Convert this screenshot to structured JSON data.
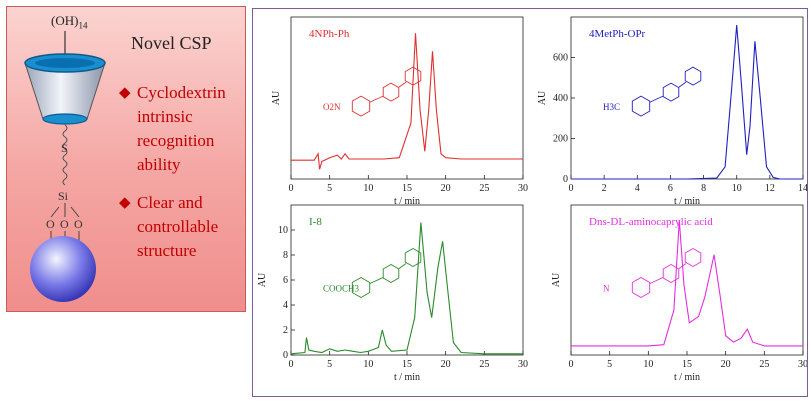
{
  "left_panel": {
    "hydroxyl": {
      "base": "(OH)",
      "sub": "14"
    },
    "title": "Novel CSP",
    "bullet_1": [
      "Cyclodextrin",
      "intrinsic",
      "recognition",
      "ability"
    ],
    "bullet_2": [
      "Clear and",
      "controllable",
      "structure"
    ],
    "linker": {
      "s": "S",
      "si": "Si",
      "o": "O"
    },
    "colors": {
      "text_red": "#c00000",
      "panel_bg": "#f4a6a3",
      "sphere": "#6a6adf",
      "cup": "#1a8fd0"
    }
  },
  "chart_data": [
    {
      "type": "line",
      "compound_label": "4NPh-Ph",
      "structure_label": "O2N",
      "color": "#e03030",
      "ylabel": "AU",
      "xlabel": "t / min",
      "xlim": [
        0,
        30
      ],
      "xticks": [
        0,
        5,
        10,
        15,
        20,
        25,
        30
      ],
      "yticks": [],
      "series": [
        {
          "points": [
            [
              0,
              0.01
            ],
            [
              2,
              0.01
            ],
            [
              3,
              0.01
            ],
            [
              3.5,
              0.06
            ],
            [
              3.7,
              -0.06
            ],
            [
              4,
              0.0
            ],
            [
              5,
              0.03
            ],
            [
              6,
              0.05
            ],
            [
              6.5,
              0.02
            ],
            [
              7,
              0.06
            ],
            [
              7.5,
              0.02
            ],
            [
              10,
              0.02
            ],
            [
              12,
              0.02
            ],
            [
              14,
              0.03
            ],
            [
              15.5,
              0.3
            ],
            [
              16.1,
              1.0
            ],
            [
              16.7,
              0.4
            ],
            [
              17.3,
              0.08
            ],
            [
              17.8,
              0.4
            ],
            [
              18.3,
              0.86
            ],
            [
              18.8,
              0.4
            ],
            [
              19.4,
              0.06
            ],
            [
              20,
              0.03
            ],
            [
              22,
              0.02
            ],
            [
              25,
              0.02
            ],
            [
              30,
              0.02
            ]
          ]
        }
      ]
    },
    {
      "type": "line",
      "compound_label": "4MetPh-OPr",
      "structure_label": "H3C",
      "color": "#2020c0",
      "ylabel": "AU",
      "xlabel": "t / min",
      "xlim": [
        0,
        14
      ],
      "ylim": [
        0,
        800
      ],
      "xticks": [
        0,
        2,
        4,
        6,
        8,
        10,
        12,
        14
      ],
      "yticks": [
        0,
        200,
        400,
        600
      ],
      "series": [
        {
          "points": [
            [
              0,
              0
            ],
            [
              7,
              0
            ],
            [
              8.8,
              5
            ],
            [
              9.3,
              60
            ],
            [
              9.7,
              450
            ],
            [
              10,
              760
            ],
            [
              10.3,
              450
            ],
            [
              10.6,
              120
            ],
            [
              10.8,
              260
            ],
            [
              11.1,
              680
            ],
            [
              11.4,
              420
            ],
            [
              11.8,
              60
            ],
            [
              12.2,
              8
            ],
            [
              12.6,
              0
            ],
            [
              14,
              0
            ]
          ]
        }
      ]
    },
    {
      "type": "line",
      "compound_label": "I-8",
      "structure_label": "COOCH3",
      "color": "#2a8a2a",
      "ylabel": "AU",
      "xlabel": "t / min",
      "xlim": [
        0,
        30
      ],
      "ylim": [
        0,
        12
      ],
      "xticks": [
        0,
        5,
        10,
        15,
        20,
        25,
        30
      ],
      "yticks": [
        0,
        2,
        4,
        6,
        8,
        10
      ],
      "series": [
        {
          "points": [
            [
              0,
              0.1
            ],
            [
              1.8,
              0.2
            ],
            [
              2,
              1.4
            ],
            [
              2.3,
              0.4
            ],
            [
              3,
              0.3
            ],
            [
              4,
              0.2
            ],
            [
              5,
              0.5
            ],
            [
              6,
              0.3
            ],
            [
              7,
              0.4
            ],
            [
              8,
              0.3
            ],
            [
              9,
              0.2
            ],
            [
              10,
              0.3
            ],
            [
              11.3,
              0.6
            ],
            [
              11.8,
              2.0
            ],
            [
              12.3,
              0.8
            ],
            [
              13,
              0.3
            ],
            [
              15,
              0.4
            ],
            [
              16,
              3
            ],
            [
              16.8,
              10.6
            ],
            [
              17.6,
              5
            ],
            [
              18.2,
              3
            ],
            [
              19,
              7
            ],
            [
              19.6,
              9.1
            ],
            [
              20.3,
              5
            ],
            [
              21,
              1
            ],
            [
              22,
              0.2
            ],
            [
              25,
              0.1
            ],
            [
              30,
              0.1
            ]
          ]
        }
      ]
    },
    {
      "type": "line",
      "compound_label": "Dns-DL-aminocaprylic acid",
      "structure_label": "N",
      "color": "#e030e0",
      "ylabel": "AU",
      "xlabel": "t / min",
      "xlim": [
        0,
        30
      ],
      "xticks": [
        0,
        5,
        10,
        15,
        20,
        25,
        30
      ],
      "yticks": [],
      "series": [
        {
          "points": [
            [
              0,
              0.02
            ],
            [
              5,
              0.02
            ],
            [
              10,
              0.02
            ],
            [
              12,
              0.03
            ],
            [
              13.3,
              0.3
            ],
            [
              14,
              1.0
            ],
            [
              14.6,
              0.5
            ],
            [
              15.3,
              0.2
            ],
            [
              16.5,
              0.25
            ],
            [
              17.3,
              0.4
            ],
            [
              18.5,
              0.73
            ],
            [
              19.3,
              0.4
            ],
            [
              20,
              0.1
            ],
            [
              21,
              0.05
            ],
            [
              22,
              0.08
            ],
            [
              22.8,
              0.15
            ],
            [
              23.5,
              0.05
            ],
            [
              25,
              0.02
            ],
            [
              30,
              0.02
            ]
          ]
        }
      ]
    }
  ]
}
